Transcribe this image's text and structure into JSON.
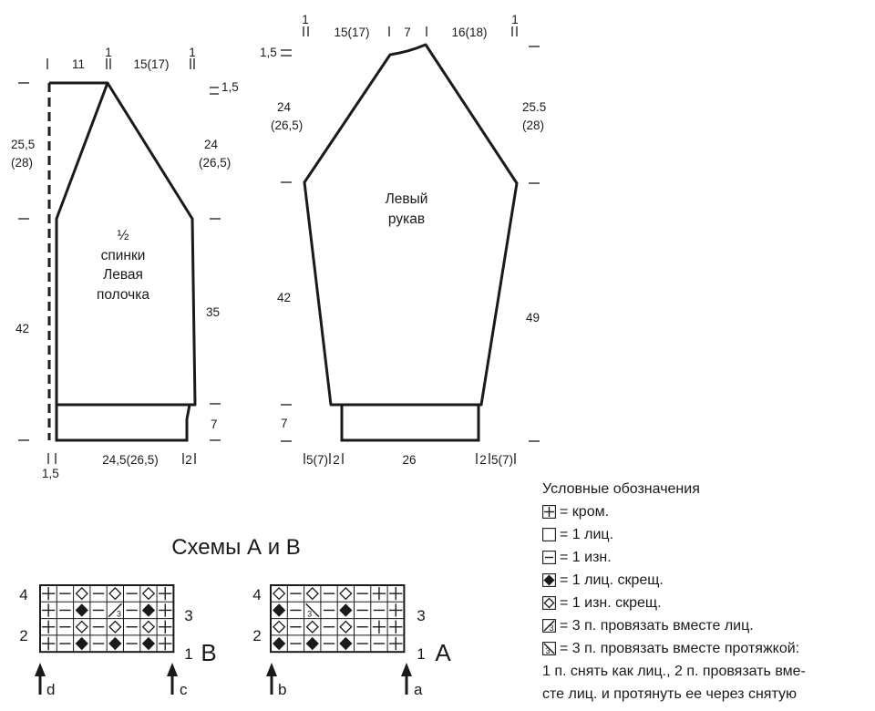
{
  "back": {
    "title": [
      "½",
      "спинки",
      "Левая",
      "полочка"
    ],
    "top_marks": {
      "11": "11",
      "one": "1",
      "w1": "15(17)",
      "one2": "1"
    },
    "right_top": "1,5",
    "left_height_a": "25,5",
    "left_height_b": "(28)",
    "right_height_a": "24",
    "right_height_b": "(26,5)",
    "left_height_body": "42",
    "right_height_body": "35",
    "rib_height": "7",
    "bottom_width": "24,5(26,5)",
    "bottom_right": "2",
    "bottom_left_small": "1,5"
  },
  "sleeve": {
    "title": [
      "Левый",
      "рукав"
    ],
    "top_one_left": "1",
    "top_one_right": "1",
    "top_w1": "15(17)",
    "top_w2": "7",
    "top_w3": "16(18)",
    "left_top_small": "1,5",
    "left_height_a": "24",
    "left_height_b": "(26,5)",
    "right_height_a": "25.5",
    "right_height_b": "(28)",
    "left_height_body": "42",
    "right_height_body": "49",
    "rib_height": "7",
    "bottom_left": "5(7)",
    "bottom_left2": "2",
    "bottom_width": "26",
    "bottom_right": "2",
    "bottom_right2": "5(7)"
  },
  "schemes": {
    "title": "Схемы А и В",
    "chartB": {
      "name": "B",
      "rows": [
        [
          "edge",
          "purl",
          "cross_purl",
          "purl",
          "cross_purl",
          "purl",
          "cross_purl",
          "edge"
        ],
        [
          "edge",
          "purl",
          "cross_knit",
          "purl",
          "k3tog",
          "purl",
          "cross_knit",
          "edge"
        ],
        [
          "edge",
          "purl",
          "cross_purl",
          "purl",
          "cross_purl",
          "purl",
          "cross_purl",
          "edge"
        ],
        [
          "edge",
          "purl",
          "cross_knit",
          "purl",
          "cross_knit",
          "purl",
          "cross_knit",
          "edge"
        ]
      ],
      "row_left": [
        "4",
        "",
        "2",
        ""
      ],
      "row_right": [
        "",
        "3",
        "",
        "1"
      ],
      "arrow_left": "d",
      "arrow_right": "c"
    },
    "chartA": {
      "name": "A",
      "rows": [
        [
          "cross_purl",
          "purl",
          "cross_purl",
          "purl",
          "cross_purl",
          "purl",
          "edge",
          "edge"
        ],
        [
          "cross_knit",
          "purl",
          "sk2p",
          "purl",
          "cross_knit",
          "purl",
          "purl",
          "edge"
        ],
        [
          "cross_purl",
          "purl",
          "cross_purl",
          "purl",
          "cross_purl",
          "purl",
          "edge",
          "edge"
        ],
        [
          "cross_knit",
          "purl",
          "cross_knit",
          "purl",
          "cross_knit",
          "purl",
          "purl",
          "edge"
        ]
      ],
      "row_left": [
        "4",
        "",
        "2",
        ""
      ],
      "row_right": [
        "",
        "3",
        "",
        "1"
      ],
      "arrow_left": "b",
      "arrow_right": "a"
    }
  },
  "legend": {
    "title": "Условные обозначения",
    "items": [
      {
        "icon": "edge-stitch-icon",
        "text": "= кром."
      },
      {
        "icon": "knit-stitch-icon",
        "text": "= 1 лиц."
      },
      {
        "icon": "purl-stitch-icon",
        "text": "= 1 изн."
      },
      {
        "icon": "crossed-knit-icon",
        "text": "= 1 лиц. скрещ."
      },
      {
        "icon": "crossed-purl-icon",
        "text": "= 1 изн. скрещ."
      },
      {
        "icon": "k3tog-icon",
        "text": "= 3 п. провязать вместе лиц."
      },
      {
        "icon": "sk2p-icon",
        "text": "= 3 п. провязать вместе протяжкой:"
      }
    ],
    "note": [
      "1 п. снять как лиц., 2 п. провязать вме-",
      "сте лиц. и протянуть ее через снятую"
    ]
  }
}
